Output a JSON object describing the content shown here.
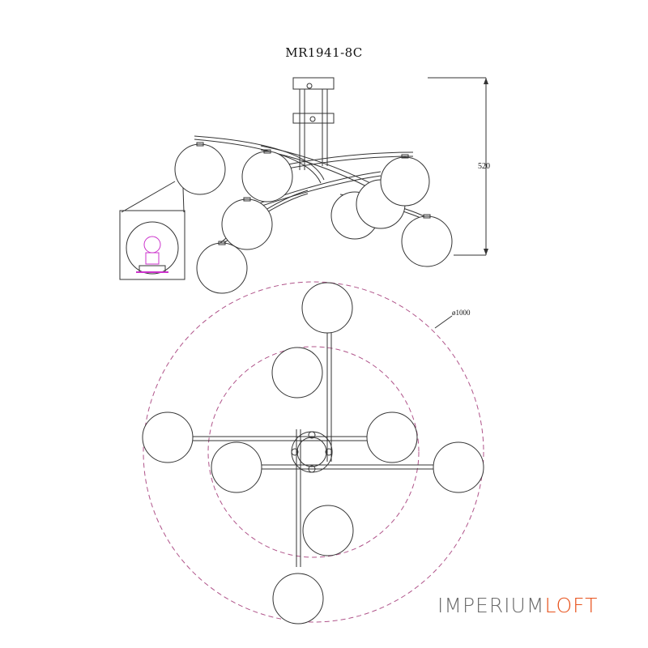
{
  "drawing": {
    "model_code": "MR1941-8C",
    "dimension_height": "520",
    "dimension_diameter": "ø1000"
  },
  "brand": {
    "part1": "IMPERIUM",
    "part2": "LOFT",
    "color_grey": "#6b6b6b",
    "color_orange": "#e8521c"
  },
  "colors": {
    "line": "#333333",
    "dashed_circle": "#b0548a",
    "bulb_detail": "#cc33cc"
  }
}
